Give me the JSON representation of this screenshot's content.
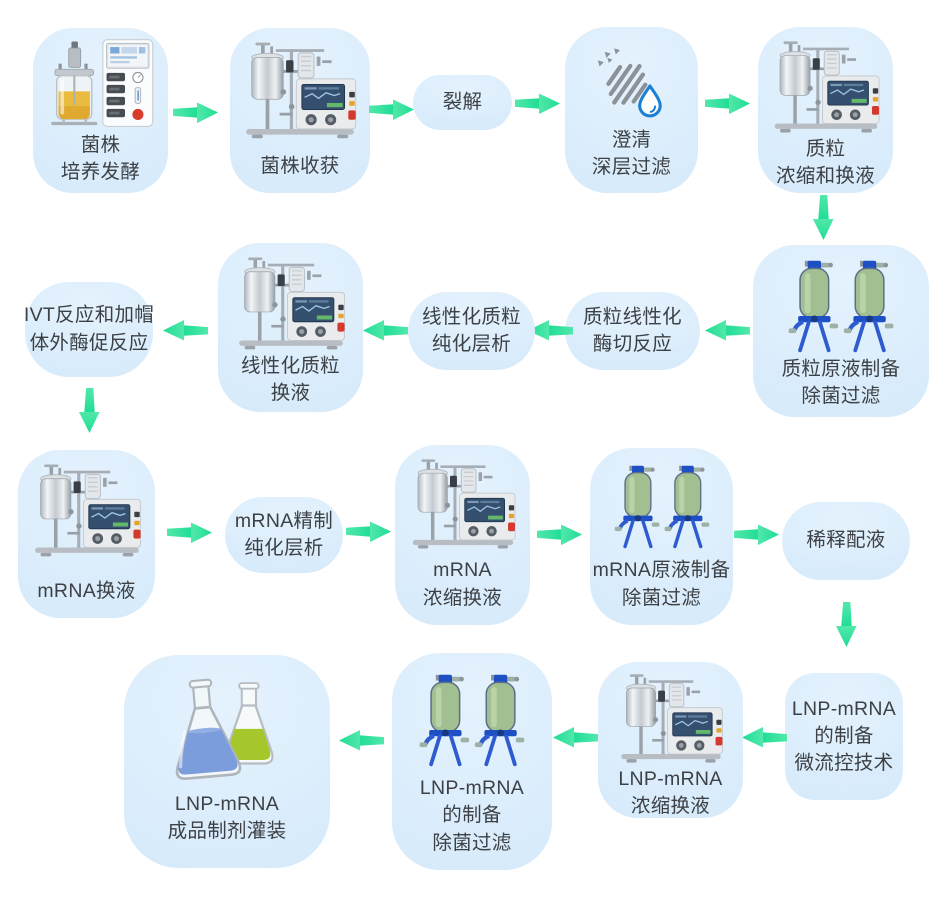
{
  "diagram": {
    "description_visible": false,
    "colors": {
      "background": "#ffffff",
      "node_fill": "#d6eafb",
      "arrow_green": "#2ee09a",
      "text": "#3d4145",
      "column_green": "#9cbc8c",
      "column_blue": "#2050c8",
      "droplet_blue": "#1b7fd4",
      "flask_blue": "#7b9ddb",
      "flask_green": "#a6c72b",
      "fermenter_liquid_yellow": "#e8b83a"
    }
  },
  "nodes": [
    {
      "id": "strain-culture",
      "lines": [
        "菌株",
        "培养发酵"
      ],
      "icon": "benchtop-fermenter-illustration"
    },
    {
      "id": "strain-harvest",
      "lines": [
        "菌株收获"
      ],
      "icon": "tff-system-illustration"
    },
    {
      "id": "lysis",
      "lines": [
        "裂解"
      ]
    },
    {
      "id": "clarification",
      "lines": [
        "澄清",
        "深层过滤"
      ],
      "icon": "depth-filter-icon"
    },
    {
      "id": "plasmid-concentration",
      "lines": [
        "质粒",
        "浓缩和换液"
      ],
      "icon": "tff-system-illustration"
    },
    {
      "id": "plasmid-bulk-sterile-filtration",
      "lines": [
        "质粒原液制备",
        "除菌过滤"
      ],
      "icon": "filter-columns-illustration"
    },
    {
      "id": "plasmid-linearization",
      "lines": [
        "质粒线性化",
        "酶切反应"
      ]
    },
    {
      "id": "linearized-plasmid-purification",
      "lines": [
        "线性化质粒",
        "纯化层析"
      ]
    },
    {
      "id": "linearized-plasmid-exchange",
      "lines": [
        "线性化质粒",
        "换液"
      ],
      "icon": "tff-system-illustration"
    },
    {
      "id": "ivt-capping-reaction",
      "lines": [
        "IVT反应和加帽",
        "体外酶促反应"
      ]
    },
    {
      "id": "mrna-exchange",
      "lines": [
        "mRNA换液"
      ],
      "icon": "tff-system-illustration"
    },
    {
      "id": "mrna-purification",
      "lines": [
        "mRNA精制",
        "纯化层析"
      ]
    },
    {
      "id": "mrna-concentration",
      "lines": [
        "mRNA",
        "浓缩换液"
      ],
      "icon": "tff-system-illustration"
    },
    {
      "id": "mrna-bulk-sterile-filtration",
      "lines": [
        "mRNA原液制备",
        "除菌过滤"
      ],
      "icon": "filter-columns-illustration"
    },
    {
      "id": "dilution",
      "lines": [
        "稀释配液"
      ]
    },
    {
      "id": "lnp-preparation-microfluidics",
      "lines": [
        "LNP-mRNA",
        "的制备",
        "微流控技术"
      ]
    },
    {
      "id": "lnp-concentration",
      "lines": [
        "LNP-mRNA",
        "浓缩换液"
      ],
      "icon": "tff-system-illustration"
    },
    {
      "id": "lnp-sterile-filtration",
      "lines": [
        "LNP-mRNA",
        "的制备",
        "除菌过滤"
      ],
      "icon": "filter-columns-illustration"
    },
    {
      "id": "lnp-product-filling",
      "lines": [
        "LNP-mRNA",
        "成品制剂灌装"
      ],
      "icon": "flasks-illustration"
    }
  ],
  "edges": [
    {
      "from": "strain-culture",
      "to": "strain-harvest"
    },
    {
      "from": "strain-harvest",
      "to": "lysis"
    },
    {
      "from": "lysis",
      "to": "clarification"
    },
    {
      "from": "clarification",
      "to": "plasmid-concentration"
    },
    {
      "from": "plasmid-concentration",
      "to": "plasmid-bulk-sterile-filtration"
    },
    {
      "from": "plasmid-bulk-sterile-filtration",
      "to": "plasmid-linearization"
    },
    {
      "from": "plasmid-linearization",
      "to": "linearized-plasmid-purification"
    },
    {
      "from": "linearized-plasmid-purification",
      "to": "linearized-plasmid-exchange"
    },
    {
      "from": "linearized-plasmid-exchange",
      "to": "ivt-capping-reaction"
    },
    {
      "from": "ivt-capping-reaction",
      "to": "mrna-exchange"
    },
    {
      "from": "mrna-exchange",
      "to": "mrna-purification"
    },
    {
      "from": "mrna-purification",
      "to": "mrna-concentration"
    },
    {
      "from": "mrna-concentration",
      "to": "mrna-bulk-sterile-filtration"
    },
    {
      "from": "mrna-bulk-sterile-filtration",
      "to": "dilution"
    },
    {
      "from": "dilution",
      "to": "lnp-preparation-microfluidics"
    },
    {
      "from": "lnp-preparation-microfluidics",
      "to": "lnp-concentration"
    },
    {
      "from": "lnp-concentration",
      "to": "lnp-sterile-filtration"
    },
    {
      "from": "lnp-sterile-filtration",
      "to": "lnp-product-filling"
    }
  ]
}
